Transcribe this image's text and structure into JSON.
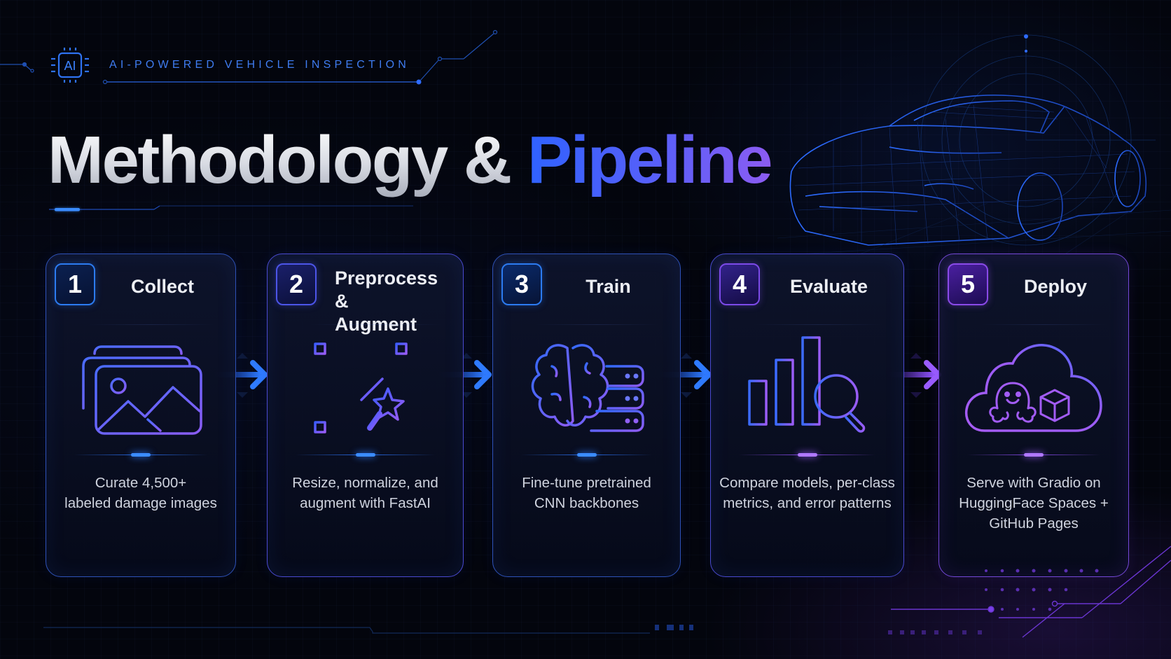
{
  "header": {
    "chip_label": "AI",
    "kicker": "AI-POWERED VEHICLE INSPECTION"
  },
  "title": {
    "part1": "Methodology & ",
    "part2": "Pipeline"
  },
  "colors": {
    "background": "#03050d",
    "accent_blue": "#2f6bff",
    "accent_violet": "#8c5cf2",
    "kicker": "#3f7cf0"
  },
  "steps": [
    {
      "number": "1",
      "title": "Collect",
      "icon": "image-stack-icon",
      "description_lines": [
        "Curate 4,500+",
        "labeled damage images"
      ]
    },
    {
      "number": "2",
      "title_lines": [
        "Preprocess &",
        "Augment"
      ],
      "icon": "crop-magic-wand-icon",
      "description_lines": [
        "Resize, normalize, and",
        "augment with FastAI"
      ]
    },
    {
      "number": "3",
      "title": "Train",
      "icon": "brain-server-icon",
      "description_lines": [
        "Fine-tune pretrained",
        "CNN backbones"
      ]
    },
    {
      "number": "4",
      "title": "Evaluate",
      "icon": "bar-chart-magnifier-icon",
      "description_lines": [
        "Compare models, per-class",
        "metrics, and error patterns"
      ]
    },
    {
      "number": "5",
      "title": "Deploy",
      "icon": "cloud-huggingface-box-icon",
      "description_lines": [
        "Serve with Gradio on",
        "HuggingFace Spaces +",
        "GitHub Pages"
      ]
    }
  ],
  "visuals": {
    "car": "wireframe-car-illustration"
  }
}
